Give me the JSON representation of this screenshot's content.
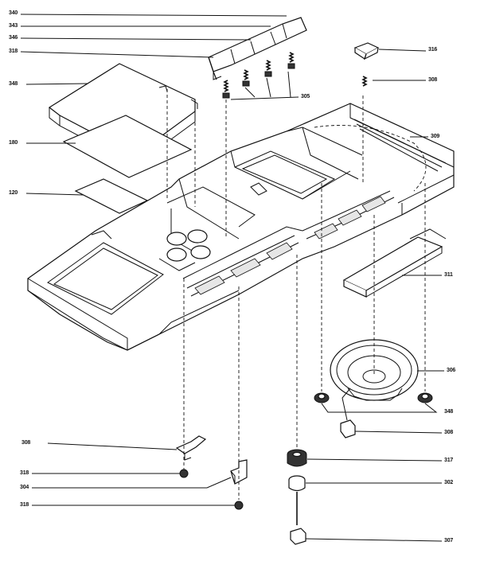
{
  "diagram": {
    "labels": {
      "l_340": "340",
      "l_343": "343",
      "l_346": "346",
      "l_318_top": "318",
      "l_348": "348",
      "l_180": "180",
      "l_120": "120",
      "l_305_mid": "305",
      "l_316_top": "316",
      "l_308_top": "308",
      "l_309": "309",
      "l_311": "311",
      "l_306": "306",
      "l_348_right": "348",
      "l_308_right": "308",
      "l_317": "317",
      "l_302": "302",
      "l_307": "307",
      "l_308_left": "308",
      "l_318_a": "318",
      "l_304": "304",
      "l_318_b": "318"
    }
  }
}
